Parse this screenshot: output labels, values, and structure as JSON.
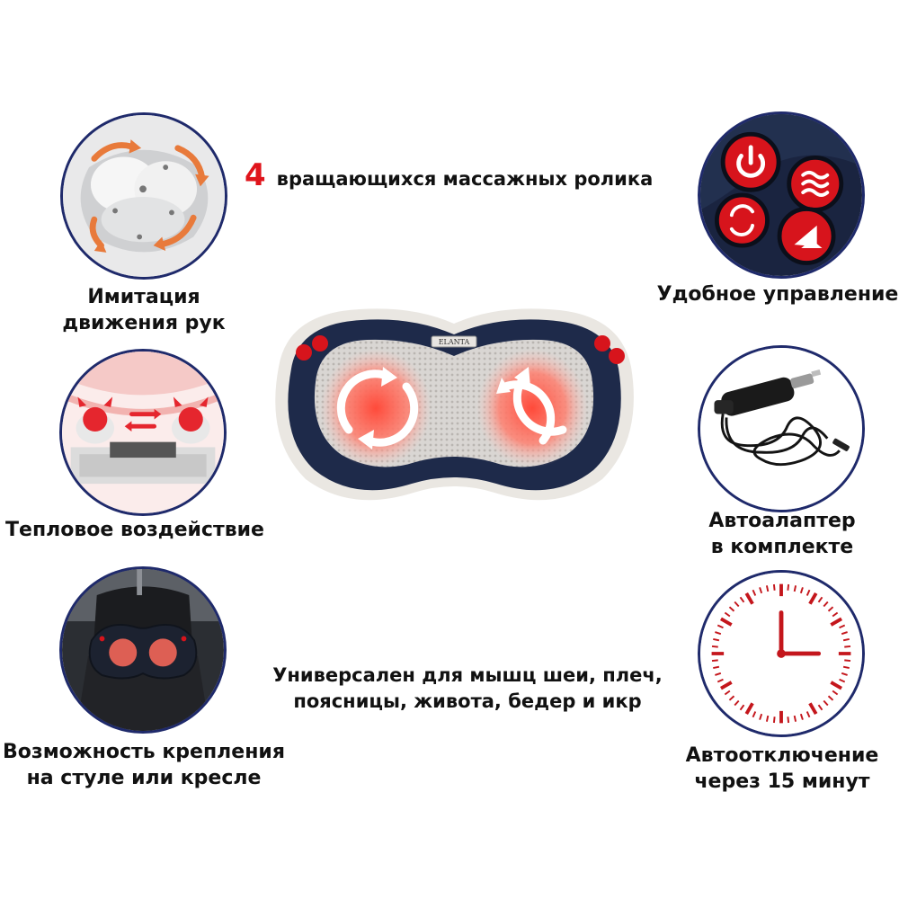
{
  "headline": {
    "number": "4",
    "text": "вращающихся массажных ролика"
  },
  "features": {
    "hands": {
      "line1": "Имитация",
      "line2": "движения рук"
    },
    "control": {
      "line1": "Удобное управление"
    },
    "heat": {
      "line1": "Тепловое воздействие"
    },
    "adapter": {
      "line1": "Автоалаптер",
      "line2": "в комплекте"
    },
    "mount": {
      "line1": "Возможность крепления",
      "line2": "на стуле или кресле"
    },
    "timer": {
      "line1": "Автоотключение",
      "line2": "через 15 минут"
    }
  },
  "usage": {
    "line1": "Универсален для мышц шеи, плеч,",
    "line2": "поясницы, живота, бедер и икр"
  },
  "device": {
    "brand": "ELANTA"
  },
  "icons": [
    "power-icon",
    "rotate-icon",
    "heat-icon",
    "play-icon",
    "arrow-icon",
    "clock-icon"
  ],
  "colors": {
    "accent": "#e0141b",
    "circle_border": "#1f2a6b",
    "device_body": "#1e2a4a",
    "glow": "#ff5a4a"
  }
}
